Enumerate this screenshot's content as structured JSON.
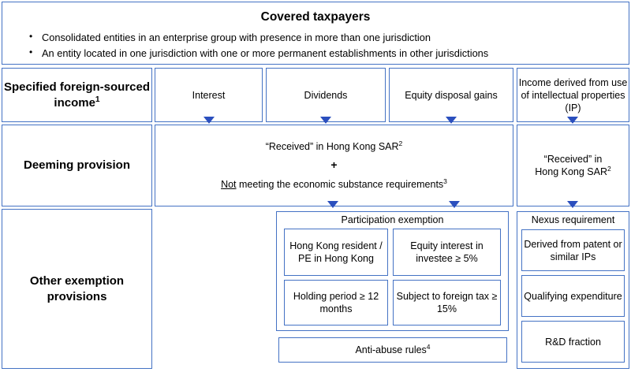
{
  "diagram": {
    "title": "Covered taxpayers",
    "accent_color": "#4472c4",
    "arrow_color": "#2b4fbe"
  },
  "header": {
    "title": "Covered taxpayers",
    "bullets": [
      "Consolidated entities in an enterprise group with presence in more than one jurisdiction",
      "An entity located in one jurisdiction with one or more permanent establishments in other jurisdictions"
    ]
  },
  "rows": {
    "row1_label": "Specified foreign-sourced income",
    "row1_label_sup": "1",
    "row2_label": "Deeming provision",
    "row3_label": "Other exemption provisions"
  },
  "income_types": [
    {
      "label": "Interest"
    },
    {
      "label": "Dividends"
    },
    {
      "label": "Equity disposal gains"
    },
    {
      "label": "Income derived from use of intellectual properties (IP)"
    }
  ],
  "deeming": {
    "main_line1": "“Received” in Hong Kong SAR",
    "main_line1_sup": "2",
    "plus": "+",
    "main_line2_prefix": "Not",
    "main_line2_rest": " meeting the economic substance requirements",
    "main_line2_sup": "3",
    "ip_line1": "“Received” in",
    "ip_line2": "Hong Kong SAR",
    "ip_sup": "2"
  },
  "exemptions": {
    "participation": {
      "title": "Participation exemption",
      "conditions": [
        "Hong Kong resident / PE in Hong Kong",
        "Equity interest in investee ≥ 5%",
        "Holding period ≥ 12 months",
        "Subject to foreign tax ≥ 15%"
      ],
      "anti_abuse": "Anti-abuse rules",
      "anti_abuse_sup": "4"
    },
    "nexus": {
      "title": "Nexus requirement",
      "conditions": [
        "Derived from patent or similar IPs",
        "Qualifying expenditure",
        "R&D fraction"
      ]
    }
  }
}
